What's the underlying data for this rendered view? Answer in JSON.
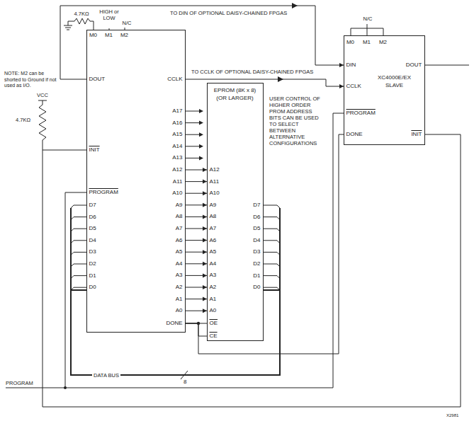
{
  "diagram": {
    "nodes": [
      {
        "text": [
          "M0",
          "M1",
          "M2",
          "DOUT",
          "CCLK",
          "INIT",
          "PROGRAM",
          "A17",
          "A16",
          "A15",
          "A14",
          "A13",
          "A12",
          "A11",
          "A10",
          "A9",
          "A8",
          "A7",
          "A6",
          "A5",
          "A4",
          "A3",
          "A2",
          "A1",
          "A0",
          "D7",
          "D6",
          "D5",
          "D4",
          "D3",
          "D2",
          "D1",
          "D0",
          "DONE"
        ]
      },
      {
        "text": [
          "EPROM (8K x 8) (OR LARGER)",
          "A12",
          "A11",
          "A10",
          "A9",
          "A8",
          "A7",
          "A6",
          "A5",
          "A4",
          "A3",
          "A2",
          "A1",
          "A0",
          "D7",
          "D6",
          "D5",
          "D4",
          "D3",
          "D2",
          "D1",
          "D0",
          "OE",
          "CE"
        ]
      },
      {
        "text": [
          "M0",
          "M1",
          "M2",
          "DIN",
          "DOUT",
          "CCLK",
          "XC4000E/EX SLAVE",
          "PROGRAM",
          "DONE",
          "INIT"
        ]
      }
    ],
    "edges": [
      {
        "from": 0,
        "to": 2,
        "arrow": "to"
      },
      {
        "from": 0,
        "to": 2,
        "arrow": "to"
      },
      {
        "from": 0,
        "to": 2,
        "arrow": "none"
      },
      {
        "from": 0,
        "to": 2,
        "arrow": "none"
      },
      {
        "from": 0,
        "to": 1,
        "arrow": "none"
      },
      {
        "from": 0,
        "to": 1,
        "arrow": "none"
      },
      {
        "from": 0,
        "to": 2,
        "arrow": "none"
      },
      {
        "from": 1,
        "to": 0,
        "label": "DATA BUS",
        "arrow": "none"
      },
      {
        "from": 0,
        "to": 1,
        "arrow": "to"
      },
      {
        "from": 0,
        "to": 1,
        "arrow": "to"
      },
      {
        "from": 0,
        "to": 1,
        "arrow": "to"
      },
      {
        "from": 0,
        "to": 1,
        "arrow": "to"
      },
      {
        "from": 0,
        "to": 1,
        "arrow": "to"
      },
      {
        "from": 0,
        "to": 1,
        "arrow": "to"
      },
      {
        "from": 0,
        "to": 1,
        "arrow": "to"
      },
      {
        "from": 0,
        "to": 1,
        "arrow": "to"
      },
      {
        "from": 0,
        "to": 1,
        "arrow": "to"
      },
      {
        "from": 0,
        "to": 1,
        "arrow": "to"
      },
      {
        "from": 0,
        "to": 1,
        "arrow": "to"
      },
      {
        "from": 0,
        "to": 1,
        "arrow": "to"
      },
      {
        "from": 0,
        "to": 1,
        "arrow": "to"
      }
    ],
    "labels": [
      "HIGH or LOW",
      "N/C",
      "4.7KΩ",
      "TO DIN OF OPTIONAL DAISY-CHAINED FPGAS",
      "TO CCLK OF OPTIONAL DAISY-CHAINED FPGAS",
      "NOTE: M2 can be shorted to Ground if not used as I/O.",
      "VCC",
      "4.7KΩ",
      "N/C",
      "USER CONTROL OF HIGHER ORDER PROM ADDRESS BITS CAN BE USED TO SELECT BETWEEN ALTERNATIVE CONFIGURATIONS",
      "8",
      "PROGRAM",
      "X2981"
    ]
  }
}
